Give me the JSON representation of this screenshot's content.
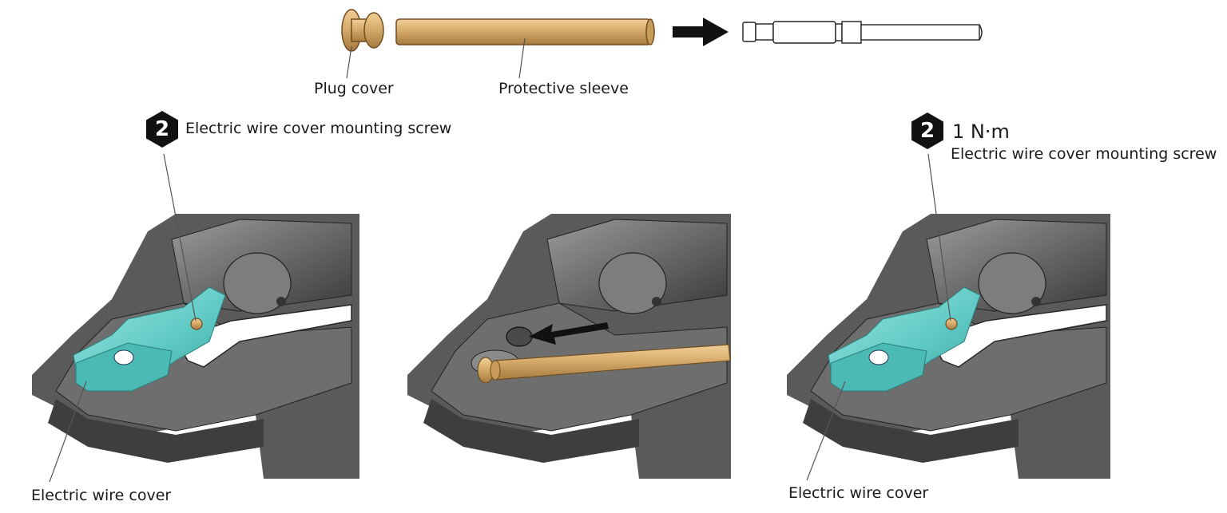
{
  "top_parts": {
    "plug_cover_label": "Plug cover",
    "protective_sleeve_label": "Protective sleeve"
  },
  "left_panel": {
    "step_number": "2",
    "screw_label": "Electric wire cover mounting screw",
    "cover_label": "Electric wire cover"
  },
  "right_panel": {
    "step_number": "2",
    "torque": "1 N·m",
    "screw_label": "Electric wire cover mounting screw",
    "cover_label": "Electric wire cover"
  },
  "colors": {
    "cover_teal": "#6fd3cf",
    "sleeve_tan": "#d8ac6c",
    "body_gray": "#6d6d6d",
    "badge_black": "#111111"
  }
}
